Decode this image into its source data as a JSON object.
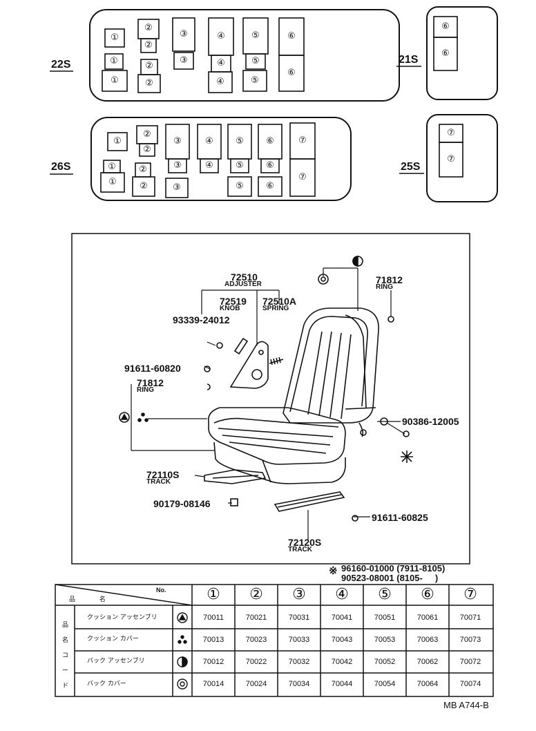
{
  "variants": {
    "top_left_label": "22S",
    "top_right_label": "21S",
    "bottom_left_label": "26S",
    "bottom_right_label": "25S"
  },
  "circled": {
    "n1": "①",
    "n2": "②",
    "n3": "③",
    "n4": "④",
    "n5": "⑤",
    "n6": "⑥",
    "n7": "⑦"
  },
  "parts": {
    "adjuster_no": "72510",
    "adjuster_name": "ADJUSTER",
    "knob_no": "72519",
    "knob_name": "KNOB",
    "spring_no": "72510A",
    "spring_name": "SPRING",
    "bolt1": "93339-24012",
    "screw1": "91611-60820",
    "ring_left_no": "71812",
    "ring_left_name": "RING",
    "ring_right_no": "71812",
    "ring_right_name": "RING",
    "nut1": "90386-12005",
    "track_left_no": "72110S",
    "track_left_name": "TRACK",
    "bolt2": "90179-08146",
    "screw2": "91611-60825",
    "track_right_no": "72120S",
    "track_right_name": "TRACK",
    "note_mark": "※",
    "note1": "96160-01000 (7911-8105)",
    "note2": "90523-08001 (8105-     )"
  },
  "table": {
    "header_no": "No.",
    "header_name": "品 名",
    "side_label": "品 名 コ ー ド",
    "columns": [
      "①",
      "②",
      "③",
      "④",
      "⑤",
      "⑥",
      "⑦"
    ],
    "rows": [
      {
        "name": "クッション アッセンブリ",
        "symbol": "triangle-circle",
        "codes": [
          "70011",
          "70021",
          "70031",
          "70041",
          "70051",
          "70061",
          "70071"
        ]
      },
      {
        "name": "クッション カバー",
        "symbol": "three-dots",
        "codes": [
          "70013",
          "70023",
          "70033",
          "70043",
          "70053",
          "70063",
          "70073"
        ]
      },
      {
        "name": "バック アッセンブリ",
        "symbol": "half-circle",
        "codes": [
          "70012",
          "70022",
          "70032",
          "70042",
          "70052",
          "70062",
          "70072"
        ]
      },
      {
        "name": "バック カバー",
        "symbol": "ring-circle",
        "codes": [
          "70014",
          "70024",
          "70034",
          "70044",
          "70054",
          "70064",
          "70074"
        ]
      }
    ]
  },
  "footer_code": "MB A744-B"
}
